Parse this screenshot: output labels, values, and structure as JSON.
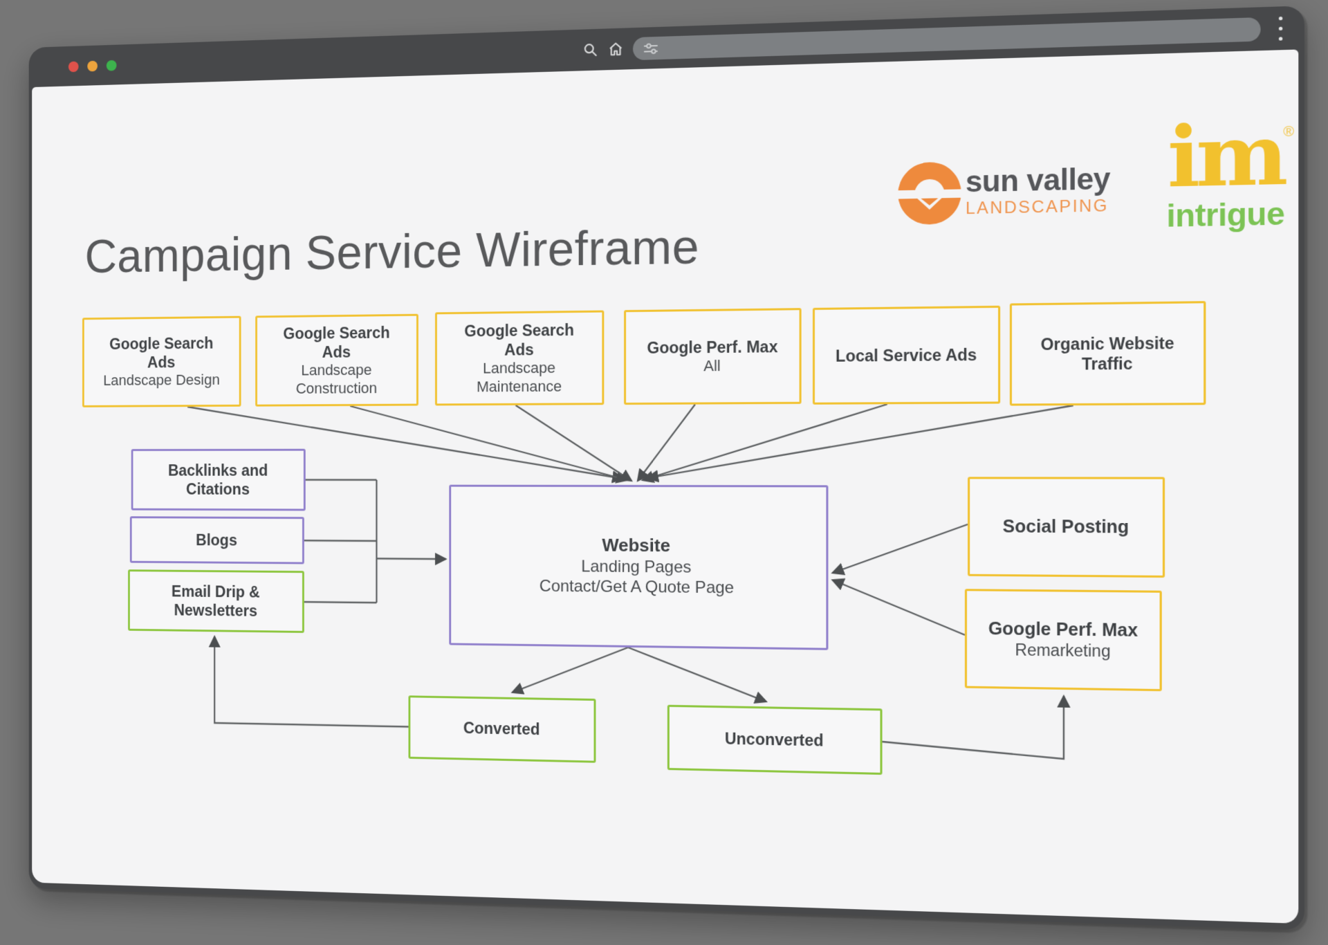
{
  "browser": {
    "traffic_lights": [
      {
        "name": "close",
        "color": "#e0524b"
      },
      {
        "name": "minimize",
        "color": "#eea43d"
      },
      {
        "name": "zoom",
        "color": "#3db34d"
      }
    ],
    "chrome_icons": [
      "search-icon",
      "home-icon",
      "tune-icon",
      "kebab-menu-icon"
    ],
    "address_value": ""
  },
  "page": {
    "title": "Campaign Service Wireframe",
    "logos": {
      "sun_valley": {
        "line1": "sun valley",
        "line2": "LANDSCAPING",
        "orange": "#ee8a3d",
        "gray": "#55565a"
      },
      "intrigue": {
        "mark": "im",
        "registered": "®",
        "name": "intrigue",
        "yellow": "#f2c12e",
        "green": "#7cc355"
      }
    },
    "diagram": {
      "colors": {
        "yellow": "#f1c232",
        "purple": "#9181cc",
        "green": "#8dc63f",
        "line": "#5d6062"
      },
      "nodes": [
        {
          "id": "gsa-design",
          "title": "Google Search Ads",
          "subtitle": "Landscape Design",
          "color": "yellow"
        },
        {
          "id": "gsa-construction",
          "title": "Google Search Ads",
          "subtitle": "Landscape Construction",
          "color": "yellow"
        },
        {
          "id": "gsa-maintenance",
          "title": "Google Search Ads",
          "subtitle": "Landscape Maintenance",
          "color": "yellow"
        },
        {
          "id": "gpm-all",
          "title": "Google Perf. Max",
          "subtitle": "All",
          "color": "yellow"
        },
        {
          "id": "lsa",
          "title": "Local Service Ads",
          "subtitle": "",
          "color": "yellow"
        },
        {
          "id": "organic",
          "title": "Organic Website Traffic",
          "subtitle": "",
          "color": "yellow"
        },
        {
          "id": "backlinks",
          "title": "Backlinks and Citations",
          "subtitle": "",
          "color": "purple"
        },
        {
          "id": "blogs",
          "title": "Blogs",
          "subtitle": "",
          "color": "purple"
        },
        {
          "id": "email",
          "title": "Email Drip & Newsletters",
          "subtitle": "",
          "color": "green"
        },
        {
          "id": "website",
          "title": "Website",
          "subtitle": "Landing Pages\nContact/Get A Quote Page",
          "color": "purple"
        },
        {
          "id": "social",
          "title": "Social Posting",
          "subtitle": "",
          "color": "yellow"
        },
        {
          "id": "gpm-remarketing",
          "title": "Google Perf. Max",
          "subtitle": "Remarketing",
          "color": "yellow"
        },
        {
          "id": "converted",
          "title": "Converted",
          "subtitle": "",
          "color": "green"
        },
        {
          "id": "unconverted",
          "title": "Unconverted",
          "subtitle": "",
          "color": "green"
        }
      ]
    }
  }
}
